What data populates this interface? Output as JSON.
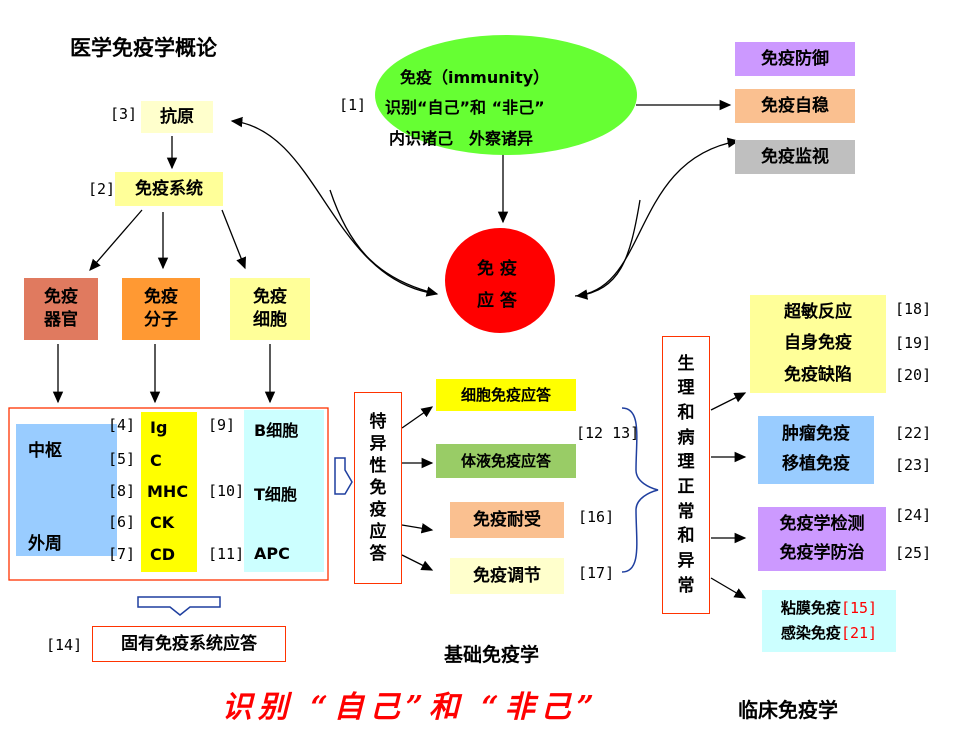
{
  "title": "医学免疫学概论",
  "immunity": {
    "line1": "免疫（immunity）",
    "line2": "识别“自己”和 “非己”",
    "line3": "内识诸己　外察诸异",
    "ref": "[1]"
  },
  "functions": [
    "免疫防御",
    "免疫自稳",
    "免疫监视"
  ],
  "response": {
    "line1": "免 疫",
    "line2": "应 答"
  },
  "antigen": {
    "ref": "[3]",
    "label": "抗原"
  },
  "immune_system": {
    "ref": "[2]",
    "label": "免疫系统"
  },
  "components": {
    "organ": {
      "line1": "免疫",
      "line2": "器官"
    },
    "molecule": {
      "line1": "免疫",
      "line2": "分子"
    },
    "cell": {
      "line1": "免疫",
      "line2": "细胞"
    }
  },
  "organs": {
    "central": "中枢",
    "peripheral": "外周"
  },
  "molecules": [
    {
      "ref": "[4]",
      "name": "Ig"
    },
    {
      "ref": "[5]",
      "name": "C"
    },
    {
      "ref": "[8]",
      "name": "MHC"
    },
    {
      "ref": "[6]",
      "name": "CK"
    },
    {
      "ref": "[7]",
      "name": "CD"
    }
  ],
  "cells": [
    {
      "ref": "[9]",
      "name": "B细胞"
    },
    {
      "ref": "[10]",
      "name": "T细胞"
    },
    {
      "ref": "[11]",
      "name": "APC"
    }
  ],
  "innate": {
    "ref": "[14]",
    "label": "固有免疫系统应答"
  },
  "specific": "特异性免疫应答",
  "responses": {
    "cellular": "细胞免疫应答",
    "humoral": "体液免疫应答",
    "humoral_refs": "[12 13]",
    "tolerance": "免疫耐受",
    "tolerance_ref": "[16]",
    "regulation": "免疫调节",
    "regulation_ref": "[17]"
  },
  "basic_label": "基础免疫学",
  "physiology": "生理和病理正常和异常",
  "clinical_groups": {
    "g1": [
      "超敏反应",
      "自身免疫",
      "免疫缺陷"
    ],
    "g1_refs": [
      "[18]",
      "[19]",
      "[20]"
    ],
    "g2": [
      "肿瘤免疫",
      "移植免疫"
    ],
    "g2_refs": [
      "[22]",
      "[23]"
    ],
    "g3": [
      "免疫学检测",
      "免疫学防治"
    ],
    "g3_refs": [
      "[24]",
      "[25]"
    ],
    "g4_line1": "粘膜免疫",
    "g4_ref1": "[15]",
    "g4_line2": "感染免疫",
    "g4_ref2": "[21]"
  },
  "bottom_slogan": "识别 “自己”和 “非己”",
  "clinical_label": "临床免疫学",
  "colors": {
    "purple": "#cc99ff",
    "peach": "#fac090",
    "gray": "#bfbfbf",
    "green_ellipse": "#66ff33",
    "red_circle": "#ff0000",
    "light_yellow": "#ffffcc",
    "yellow": "#ffff99",
    "brown": "#e07a5f",
    "orange": "#ff9933",
    "sky": "#99ccff",
    "cyan_light": "#ccffff",
    "olive_green": "#99cc66",
    "bright_yellow": "#ffff00"
  }
}
